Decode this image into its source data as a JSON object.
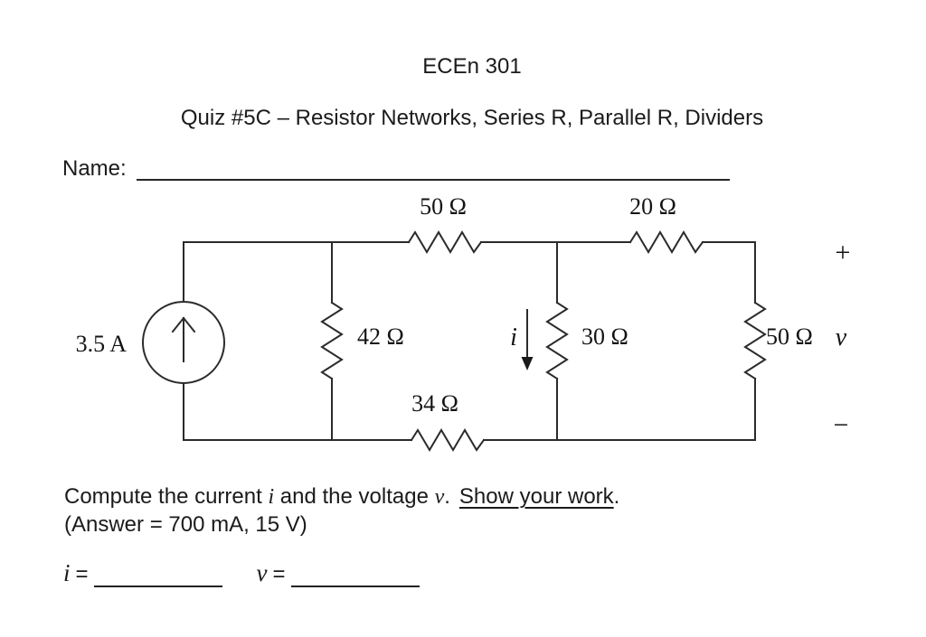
{
  "header": {
    "course": "ECEn 301",
    "quiz_title": "Quiz #5C – Resistor Networks, Series R, Parallel R, Dividers"
  },
  "name_section": {
    "label": "Name:"
  },
  "circuit": {
    "type": "resistor-network",
    "current_source": "3.5 A",
    "resistor_top_left": "50 Ω",
    "resistor_top_right": "20 Ω",
    "resistor_shunt_left": "42 Ω",
    "resistor_shunt_middle": "30 Ω",
    "resistor_shunt_right": "50 Ω",
    "resistor_bottom": "34 Ω",
    "branch_current": "i",
    "output_voltage": "v",
    "polarity_plus": "+",
    "polarity_minus": "−"
  },
  "question": {
    "part1": "Compute the current ",
    "var_i": "i",
    "part2": " and the voltage ",
    "var_v": "v",
    "part3": ".",
    "show_work": "Show your work",
    "terminal_period": ".",
    "answer_note": "(Answer = 700 mA, 15 V)"
  },
  "answers": {
    "i_label": "i",
    "v_label": "v",
    "eq": "="
  }
}
